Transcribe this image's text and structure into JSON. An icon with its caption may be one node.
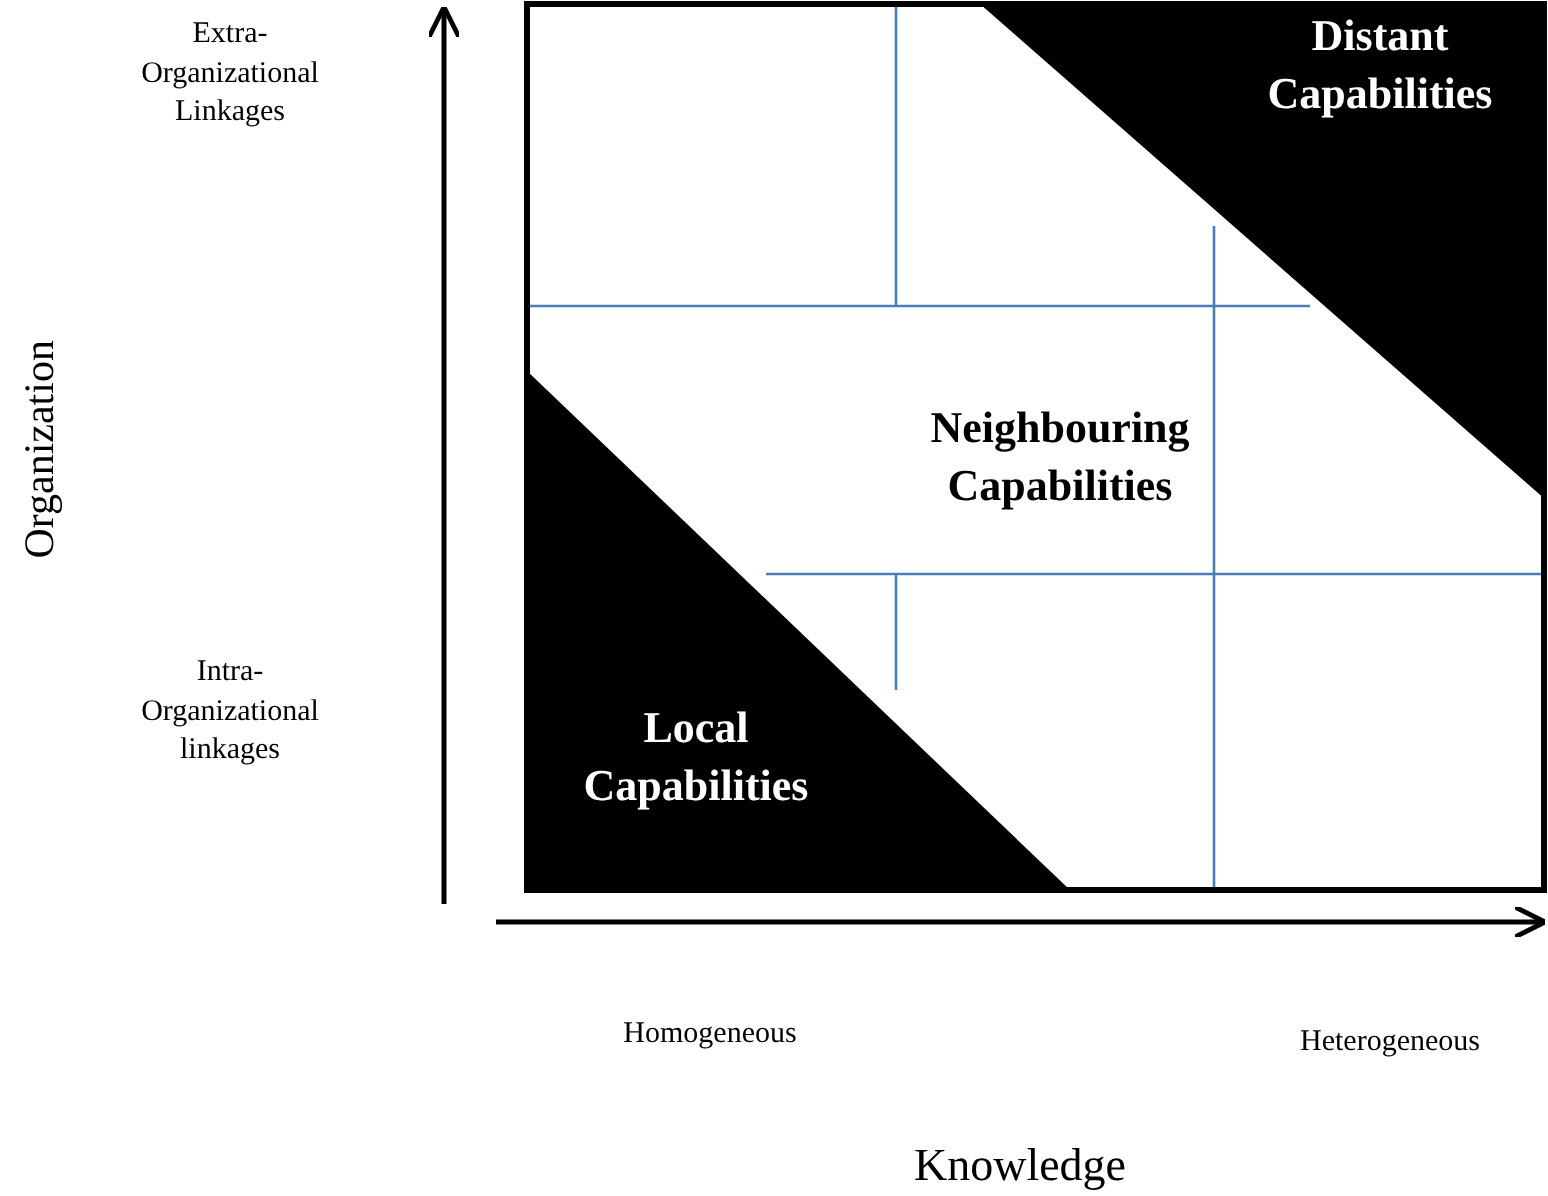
{
  "diagram": {
    "nodes": [
      {
        "text": [
          "Distant Capabilities"
        ]
      },
      {
        "text": [
          "Neighbouring Capabilities"
        ]
      },
      {
        "text": [
          "Local Capabilities"
        ]
      }
    ],
    "labels": [
      "Extra- Organizational Linkages",
      "Organization",
      "Intra- Organizational linkages",
      "Homogeneous",
      "Heterogeneous",
      "Knowledge"
    ]
  }
}
